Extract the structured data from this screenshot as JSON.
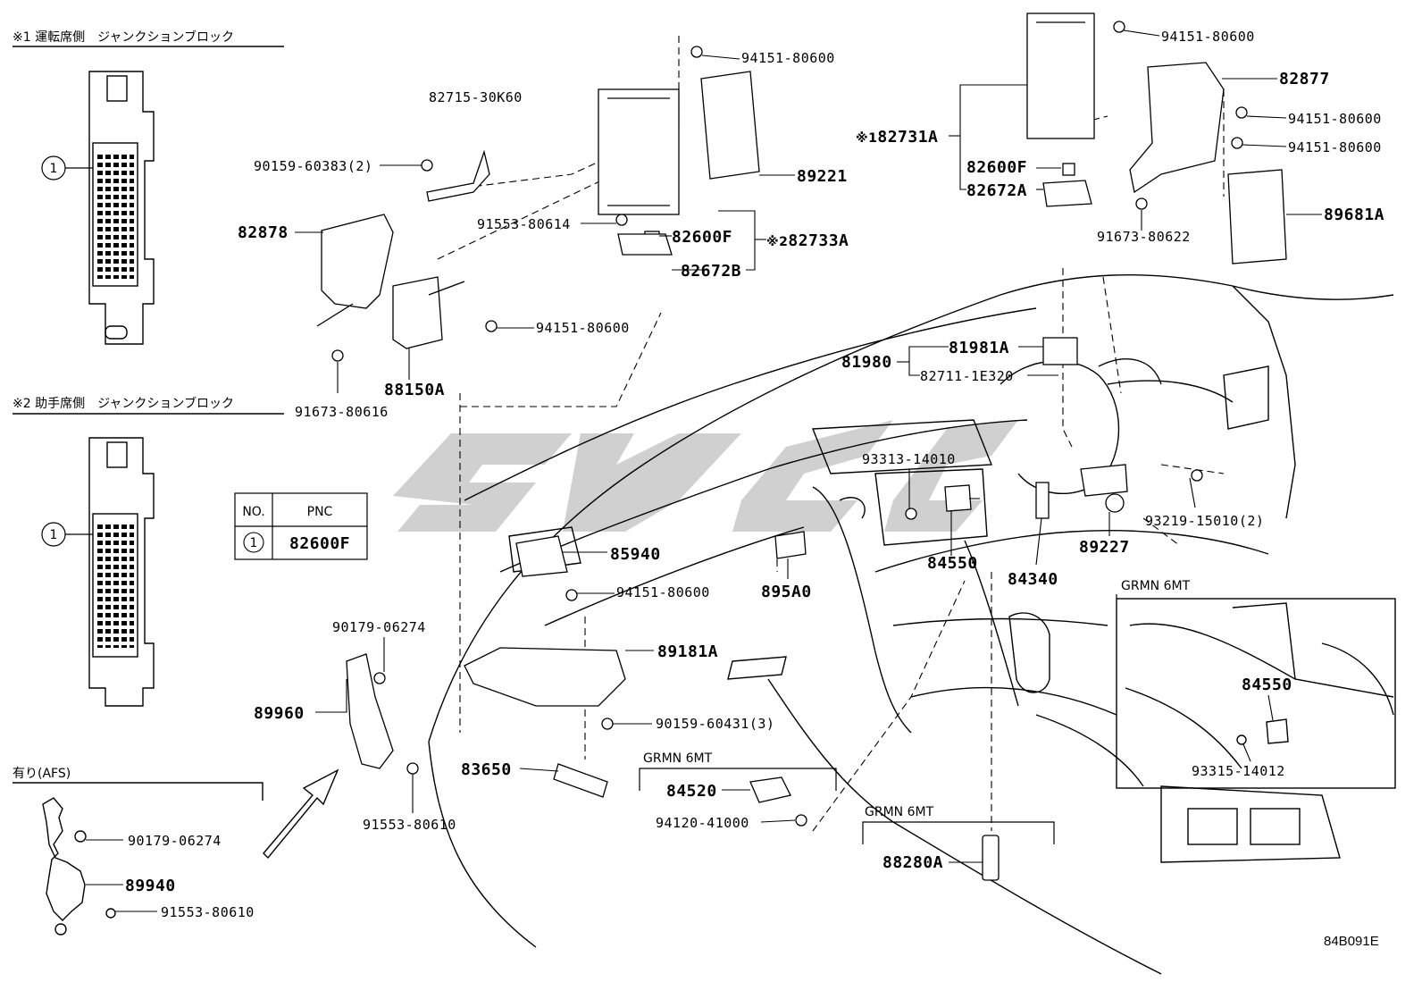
{
  "diagram_code": "84B091E",
  "insets": {
    "driver": {
      "mark": "※1",
      "title": "運転席側　ジャンクションブロック",
      "callout": "1"
    },
    "passenger": {
      "mark": "※2",
      "title": "助手席側　ジャンクションブロック",
      "callout": "1"
    },
    "afs": {
      "title": "有り(AFS)"
    }
  },
  "pnc_table": {
    "col_no": "NO.",
    "col_pnc": "PNC",
    "row_no": "1",
    "row_pnc": "82600F"
  },
  "variant": "GRMN 6MT",
  "parts": {
    "p82715": "82715-30K60",
    "p90159a": "90159-60383(2)",
    "p82878": "82878",
    "p91673a": "91673-80616",
    "p88150": "88150A",
    "p94151a": "94151-80600",
    "p94151b": "94151-80600",
    "p89221": "89221",
    "p91553a": "91553-80614",
    "p82600a": "82600F",
    "p82733": "82733A",
    "p82733mark": "※2",
    "p82672a": "82672B",
    "p94151c": "94151-80600",
    "p82877": "82877",
    "p82731": "82731A",
    "p82731mark": "※1",
    "p94151d": "94151-80600",
    "p94151e": "94151-80600",
    "p82600b": "82600F",
    "p82672b": "82672A",
    "p91673b": "91673-80622",
    "p89681": "89681A",
    "p81981": "81981A",
    "p81980": "81980",
    "p82711": "82711-1E320",
    "p93313": "93313-14010",
    "p93219": "93219-15010(2)",
    "p89227": "89227",
    "p85940": "85940",
    "p94151f": "94151-80600",
    "p895a0": "895A0",
    "p84550a": "84550",
    "p84340": "84340",
    "p90179a": "90179-06274",
    "p89181": "89181A",
    "p89960": "89960",
    "p90159b": "90159-60431(3)",
    "p83650": "83650",
    "p91553b": "91553-80610",
    "p84520": "84520",
    "p94120": "94120-41000",
    "p88280": "88280A",
    "p84550b": "84550",
    "p93315": "93315-14012",
    "p90179b": "90179-06274",
    "p89940": "89940",
    "p91553c": "91553-80610"
  }
}
